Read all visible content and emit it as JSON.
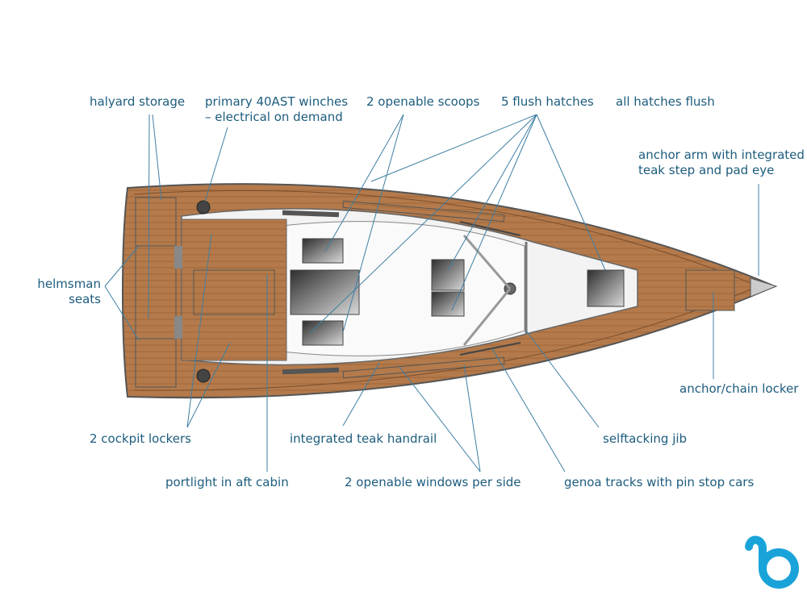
{
  "labels": {
    "halyard_storage": "halyard storage",
    "primary_winches_1": "primary 40AST winches",
    "primary_winches_2": "– electrical on demand",
    "openable_scoops": "2 openable scoops",
    "flush_hatches": "5 flush hatches",
    "all_hatches_flush": "all hatches flush",
    "anchor_arm_1": "anchor arm with integrated",
    "anchor_arm_2": "teak step and pad eye",
    "helmsman_1": "helmsman",
    "helmsman_2": "seats",
    "anchor_locker": "anchor/chain locker",
    "cockpit_lockers": "2 cockpit lockers",
    "teak_handrail": "integrated teak handrail",
    "selftacking_jib": "selftacking jib",
    "portlight": "portlight in aft cabin",
    "openable_windows": "2 openable windows per side",
    "genoa_tracks": "genoa tracks with pin stop cars"
  },
  "colors": {
    "label_text": "#1d5c7d",
    "leader_line": "#3d7fa3",
    "teak": "#b47a4b",
    "teak_dark": "#8e5a32",
    "hull_outline": "#555555",
    "hatch_dark": "#3a3a3a",
    "logo": "#1aa3d9"
  },
  "logo": {
    "icon": "boat-brand-logo"
  }
}
